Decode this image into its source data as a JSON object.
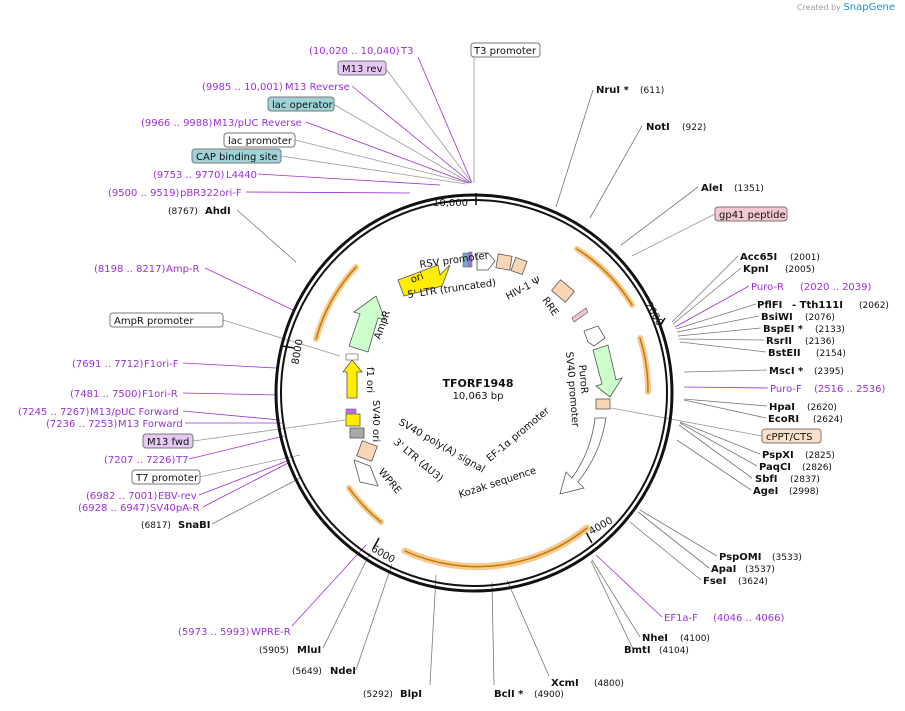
{
  "watermark": {
    "created_by": "Created by",
    "brand": "SnapGene"
  },
  "plasmid": {
    "name": "TFORF1948",
    "size_label": "10,063 bp"
  },
  "ticks": [
    {
      "label": "2000"
    },
    {
      "label": "4000"
    },
    {
      "label": "6000"
    },
    {
      "label": "8000"
    },
    {
      "label": "10,000"
    }
  ],
  "features": [
    {
      "name": "ori",
      "label": "ori"
    },
    {
      "name": "rsv-promoter",
      "label": "RSV promoter"
    },
    {
      "name": "ltr-5-truncated",
      "label": "5' LTR (truncated)"
    },
    {
      "name": "hiv-1-psi",
      "label": "HIV-1 Ψ"
    },
    {
      "name": "rre",
      "label": "RRE"
    },
    {
      "name": "sv40-promoter",
      "label": "SV40 promoter"
    },
    {
      "name": "puror",
      "label": "PuroR"
    },
    {
      "name": "ef-1a-promoter",
      "label": "EF-1α promoter"
    },
    {
      "name": "kozak-sequence",
      "label": "Kozak sequence"
    },
    {
      "name": "wpre",
      "label": "WPRE"
    },
    {
      "name": "ltr-3-du3",
      "label": "3' LTR (ΔU3)"
    },
    {
      "name": "sv40-polya-signal",
      "label": "SV40 poly(A) signal"
    },
    {
      "name": "sv40-ori",
      "label": "SV40 ori"
    },
    {
      "name": "f1-ori",
      "label": "f1 ori"
    },
    {
      "name": "ampr",
      "label": "AmpR"
    }
  ],
  "left_annotations": [
    {
      "pos": "(10,020 .. 10,040)",
      "name": "T3",
      "type": "primer"
    },
    {
      "name": "M13 rev",
      "type": "box-purple"
    },
    {
      "pos": "(9985 .. 10,001)",
      "name": "M13 Reverse",
      "type": "primer"
    },
    {
      "name": "lac operator",
      "type": "box-teal"
    },
    {
      "pos": "(9966 .. 9988)",
      "name": "M13/pUC Reverse",
      "type": "primer"
    },
    {
      "name": "lac promoter",
      "type": "box-white"
    },
    {
      "name": "CAP binding site",
      "type": "box-teal"
    },
    {
      "pos": "(9753 .. 9770)",
      "name": "L4440",
      "type": "primer"
    },
    {
      "pos": "(9500 .. 9519)",
      "name": "pBR322ori-F",
      "type": "primer"
    },
    {
      "pos": "(8767)",
      "name": "AhdI",
      "type": "enzyme"
    },
    {
      "pos": "(8198 .. 8217)",
      "name": "Amp-R",
      "type": "primer"
    },
    {
      "name": "AmpR promoter",
      "type": "box-white"
    },
    {
      "pos": "(7691 .. 7712)",
      "name": "F1ori-F",
      "type": "primer"
    },
    {
      "pos": "(7481 .. 7500)",
      "name": "F1ori-R",
      "type": "primer"
    },
    {
      "pos": "(7245 .. 7267)",
      "name": "M13/pUC Forward",
      "type": "primer"
    },
    {
      "pos": "(7236 .. 7253)",
      "name": "M13 Forward",
      "type": "primer"
    },
    {
      "name": "M13 fwd",
      "type": "box-purple"
    },
    {
      "pos": "(7207 .. 7226)",
      "name": "T7",
      "type": "primer"
    },
    {
      "name": "T7 promoter",
      "type": "box-white"
    },
    {
      "pos": "(6982 .. 7001)",
      "name": "EBV-rev",
      "type": "primer"
    },
    {
      "pos": "(6928 .. 6947)",
      "name": "SV40pA-R",
      "type": "primer"
    },
    {
      "pos": "(6817)",
      "name": "SnaBI",
      "type": "enzyme"
    }
  ],
  "top_annotations": [
    {
      "name": "T3 promoter",
      "type": "box-white"
    }
  ],
  "right_annotations": [
    {
      "name": "NruI *",
      "pos": "(611)",
      "type": "enzyme"
    },
    {
      "name": "NotI",
      "pos": "(922)",
      "type": "enzyme"
    },
    {
      "name": "AleI",
      "pos": "(1351)",
      "type": "enzyme"
    },
    {
      "name": "gp41 peptide",
      "type": "box-pink"
    },
    {
      "name": "Acc65I",
      "pos": "(2001)",
      "type": "enzyme"
    },
    {
      "name": "KpnI",
      "pos": "(2005)",
      "type": "enzyme"
    },
    {
      "name": "Puro-R",
      "pos": "(2020 .. 2039)",
      "type": "primer"
    },
    {
      "name": "PflFI",
      "extra": "- Tth111I",
      "pos": "(2062)",
      "type": "enzyme"
    },
    {
      "name": "BsiWI",
      "pos": "(2076)",
      "type": "enzyme"
    },
    {
      "name": "BspEI *",
      "pos": "(2133)",
      "type": "enzyme"
    },
    {
      "name": "RsrII",
      "pos": "(2136)",
      "type": "enzyme"
    },
    {
      "name": "BstEII",
      "pos": "(2154)",
      "type": "enzyme"
    },
    {
      "name": "MscI *",
      "pos": "(2395)",
      "type": "enzyme"
    },
    {
      "name": "Puro-F",
      "pos": "(2516 .. 2536)",
      "type": "primer"
    },
    {
      "name": "HpaI",
      "pos": "(2620)",
      "type": "enzyme"
    },
    {
      "name": "EcoRI",
      "pos": "(2624)",
      "type": "enzyme"
    },
    {
      "name": "cPPT/CTS",
      "type": "box-peach"
    },
    {
      "name": "PspXI",
      "pos": "(2825)",
      "type": "enzyme"
    },
    {
      "name": "PaqCI",
      "pos": "(2826)",
      "type": "enzyme"
    },
    {
      "name": "SbfI",
      "pos": "(2837)",
      "type": "enzyme"
    },
    {
      "name": "AgeI",
      "pos": "(2998)",
      "type": "enzyme"
    },
    {
      "name": "PspOMI",
      "pos": "(3533)",
      "type": "enzyme"
    },
    {
      "name": "ApaI",
      "pos": "(3537)",
      "type": "enzyme"
    },
    {
      "name": "FseI",
      "pos": "(3624)",
      "type": "enzyme"
    },
    {
      "name": "EF1a-F",
      "pos": "(4046 .. 4066)",
      "type": "primer"
    },
    {
      "name": "NheI",
      "pos": "(4100)",
      "type": "enzyme"
    },
    {
      "name": "BmtI",
      "pos": "(4104)",
      "type": "enzyme"
    }
  ],
  "bottom_annotations": [
    {
      "name": "WPRE-R",
      "pos": "(5973 .. 5993)",
      "type": "primer"
    },
    {
      "name": "MluI",
      "pos": "(5905)",
      "type": "enzyme"
    },
    {
      "name": "NdeI",
      "pos": "(5649)",
      "type": "enzyme"
    },
    {
      "name": "BlpI",
      "pos": "(5292)",
      "type": "enzyme"
    },
    {
      "name": "BclI *",
      "pos": "(4900)",
      "type": "enzyme"
    },
    {
      "name": "XcmI",
      "pos": "(4800)",
      "type": "enzyme"
    }
  ],
  "colors": {
    "primer": "#9b30d9",
    "enzyme": "#111111",
    "backbone": "#111111",
    "ori": "#ffee00",
    "ampr": "#ccffcc",
    "ltr": "#f9d7b5",
    "orf_highlight": "#f5a623",
    "box_teal": "#9fd3d8",
    "box_pink": "#f2c7cf",
    "box_purple": "#e6c8f5",
    "box_peach": "#fbe0c8"
  }
}
